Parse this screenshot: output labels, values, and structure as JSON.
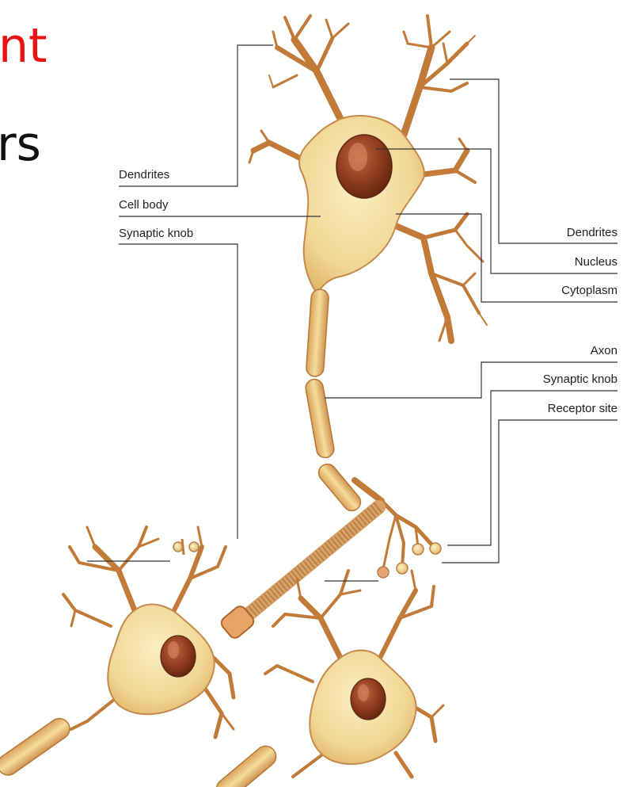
{
  "slide": {
    "title_fragment_red": "nt",
    "title_fragment_black": "rs"
  },
  "labels": {
    "left": [
      "Dendrites",
      "Cell body",
      "Synaptic knob"
    ],
    "right": [
      "Dendrites",
      "Nucleus",
      "Cytoplasm",
      "Axon",
      "Synaptic knob",
      "Receptor site"
    ]
  },
  "colors": {
    "title_red": "#ee1111",
    "cell_fill": "#f3dd9c",
    "cell_edge": "#c58a4c",
    "dendrite": "#c8803f",
    "nucleus": "#8b3a1c",
    "leader_line": "#333333"
  }
}
